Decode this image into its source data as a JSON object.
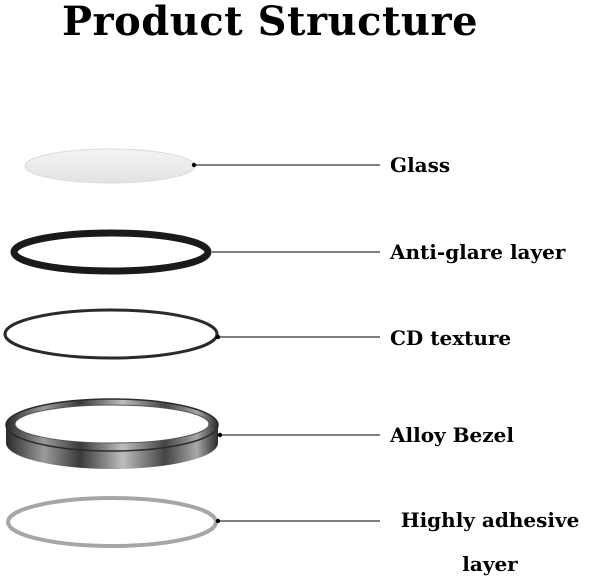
{
  "title": "Product Structure",
  "layers": [
    {
      "label": "Glass",
      "icon": "glass-disc-icon"
    },
    {
      "label": "Anti-glare layer",
      "icon": "anti-glare-ring-icon"
    },
    {
      "label": "CD texture",
      "icon": "cd-texture-ring-icon"
    },
    {
      "label": "Alloy Bezel",
      "icon": "alloy-bezel-ring-icon"
    },
    {
      "label": "Highly adhesive",
      "label_line2": "layer",
      "icon": "adhesive-ring-icon"
    }
  ]
}
